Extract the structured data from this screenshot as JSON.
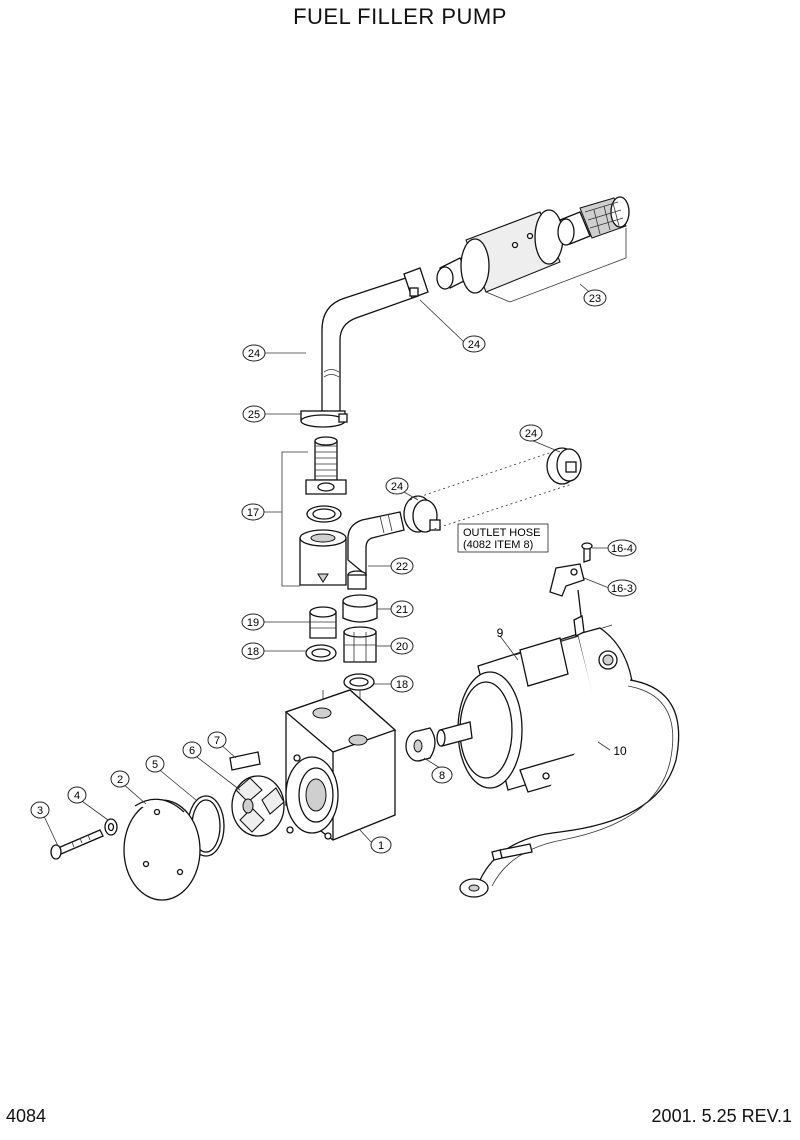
{
  "header": {
    "title": "FUEL FILLER PUMP"
  },
  "footer": {
    "page_number": "4084",
    "revision": "2001. 5.25  REV.1"
  },
  "note": {
    "line1": "OUTLET HOSE",
    "line2": "(4082 ITEM 8)"
  },
  "callouts": [
    {
      "id": "1",
      "label": "1"
    },
    {
      "id": "2",
      "label": "2"
    },
    {
      "id": "3",
      "label": "3"
    },
    {
      "id": "4",
      "label": "4"
    },
    {
      "id": "5",
      "label": "5"
    },
    {
      "id": "6",
      "label": "6"
    },
    {
      "id": "7",
      "label": "7"
    },
    {
      "id": "8",
      "label": "8"
    },
    {
      "id": "9",
      "label": "9"
    },
    {
      "id": "10",
      "label": "10"
    },
    {
      "id": "16-3",
      "label": "16-3"
    },
    {
      "id": "16-4",
      "label": "16-4"
    },
    {
      "id": "17",
      "label": "17"
    },
    {
      "id": "18a",
      "label": "18"
    },
    {
      "id": "18b",
      "label": "18"
    },
    {
      "id": "19",
      "label": "19"
    },
    {
      "id": "20",
      "label": "20"
    },
    {
      "id": "21",
      "label": "21"
    },
    {
      "id": "22",
      "label": "22"
    },
    {
      "id": "23",
      "label": "23"
    },
    {
      "id": "24a",
      "label": "24"
    },
    {
      "id": "24b",
      "label": "24"
    },
    {
      "id": "24c",
      "label": "24"
    },
    {
      "id": "24d",
      "label": "24"
    },
    {
      "id": "25",
      "label": "25"
    }
  ]
}
